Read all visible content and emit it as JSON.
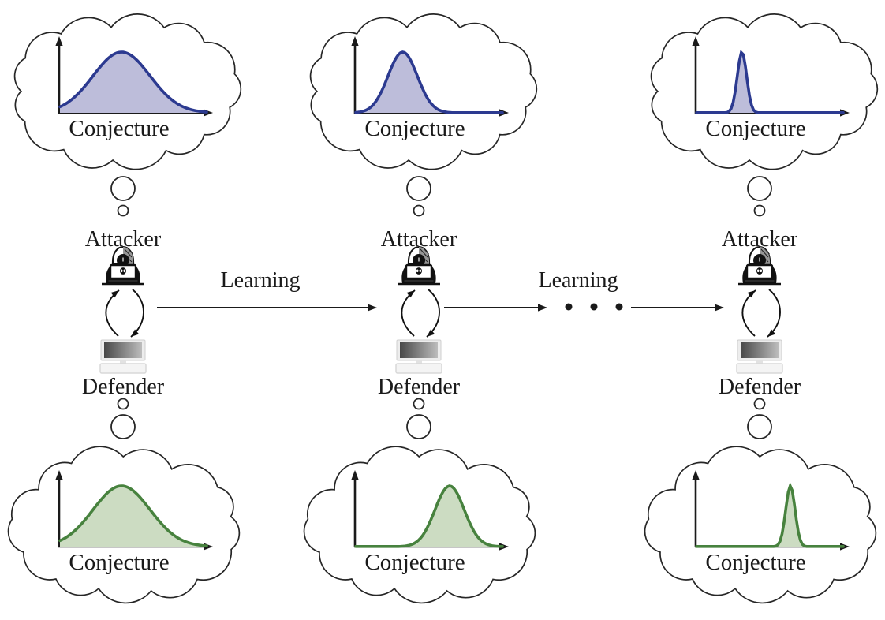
{
  "labels": {
    "attacker": "Attacker",
    "defender": "Defender",
    "conjecture": "Conjecture",
    "learning": "Learning"
  },
  "colors": {
    "attacker_curve_stroke": "#2c3a90",
    "attacker_curve_fill": "#bdbdda",
    "defender_curve_stroke": "#47823e",
    "defender_curve_fill": "#ccdcc2",
    "line": "#1a1a1a",
    "icon_black": "#111111"
  },
  "columns": [
    {
      "stage": 1,
      "attacker_conjecture": {
        "mean": 0.42,
        "sd": 0.195,
        "shape": "wide gaussian"
      },
      "defender_conjecture": {
        "mean": 0.42,
        "sd": 0.195,
        "shape": "wide gaussian"
      }
    },
    {
      "stage": 2,
      "attacker_conjecture": {
        "mean": 0.32,
        "sd": 0.1,
        "shape": "medium gaussian"
      },
      "defender_conjecture": {
        "mean": 0.64,
        "sd": 0.1,
        "shape": "medium gaussian"
      }
    },
    {
      "stage": 3,
      "attacker_conjecture": {
        "mean": 0.31,
        "sd": 0.032,
        "shape": "narrow spike"
      },
      "defender_conjecture": {
        "mean": 0.64,
        "sd": 0.032,
        "shape": "narrow spike"
      }
    }
  ],
  "connectors": [
    {
      "label": "Learning",
      "ellipsis": false
    },
    {
      "label": "Learning",
      "ellipsis": true
    }
  ]
}
